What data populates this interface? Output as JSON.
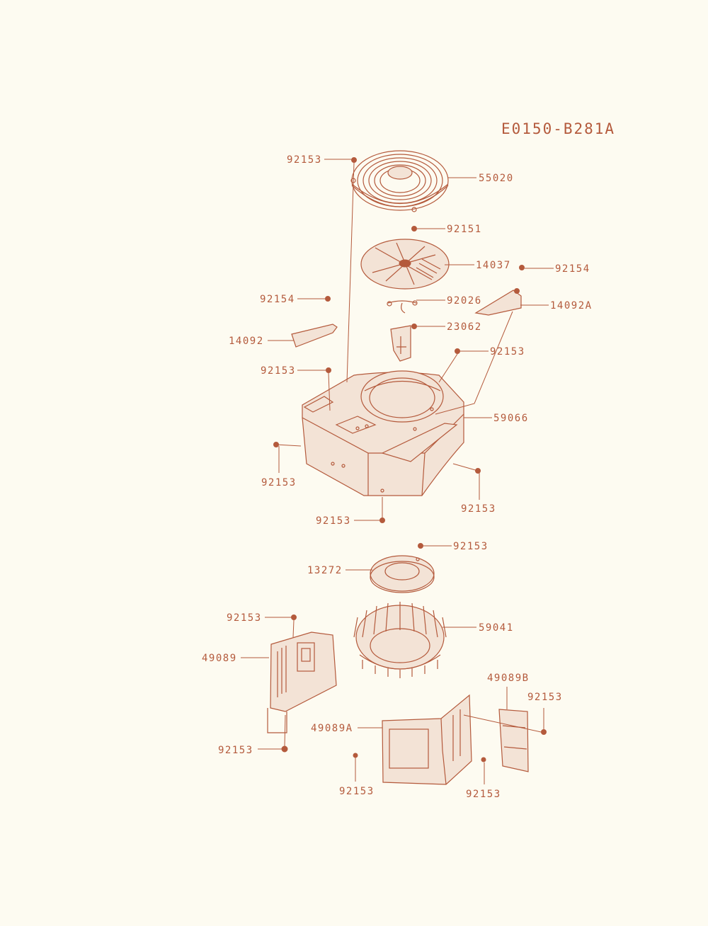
{
  "diagram_code": "E0150-B281A",
  "labels": {
    "l55020": "55020",
    "l92153_top": "92153",
    "l92151": "92151",
    "l14037": "14037",
    "l92154_right": "92154",
    "l14092A": "14092A",
    "l92154_left": "92154",
    "l92026": "92026",
    "l23062": "23062",
    "l14092": "14092",
    "l92153_rshroud": "92153",
    "l92153_lshroud": "92153",
    "l59066": "59066",
    "l92153_side": "92153",
    "l92153_rside": "92153",
    "l92153_bottom": "92153",
    "l92153_plate": "92153",
    "l13272": "13272",
    "l92153_cover": "92153",
    "l59041": "59041",
    "l49089": "49089",
    "l49089B": "49089B",
    "l92153_b": "92153",
    "l49089A": "49089A",
    "l92153_lower": "92153",
    "l92153_a1": "92153",
    "l92153_a2": "92153"
  },
  "colors": {
    "line": "#b45a3c",
    "background": "#fdfbf1",
    "fill": "#f3e3d6"
  }
}
